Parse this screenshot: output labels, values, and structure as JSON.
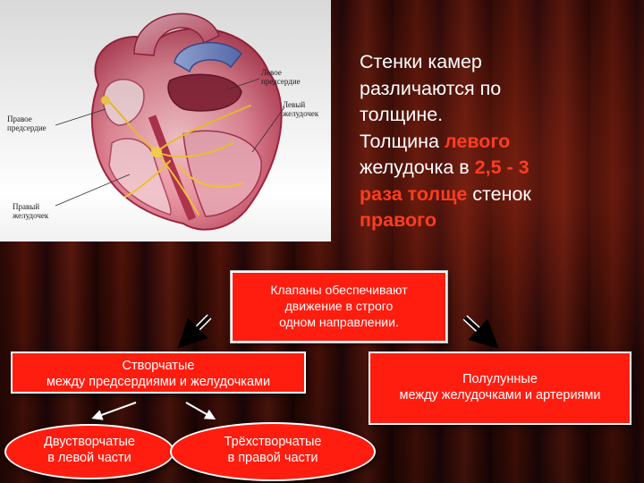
{
  "figure": {
    "labels": {
      "left_atrium": "Левое\nпредсердие",
      "left_ventricle": "Левый\nжелудочек",
      "right_atrium": "Правое\nпредсердие",
      "right_ventricle": "Правый\nжелудочек"
    }
  },
  "main_text": {
    "line1": "Стенки камер",
    "line2": "различаются по",
    "line3": "толщине.",
    "line4_plain": "Толщина ",
    "line4_hl": "левого",
    "line5_plain": "желудочка в ",
    "line5_hl": "2,5  - 3",
    "line6_hl": "раза толще",
    "line6_plain": " стенок",
    "line7_hl": "правого"
  },
  "valves": {
    "line1": "Клапаны обеспечивают",
    "line2": "движение в строго",
    "line3": "одном направлении."
  },
  "leaflet": {
    "title": "Створчатые",
    "subtitle": "между предсердиями и желудочками"
  },
  "semilunar": {
    "title": "Полулунные",
    "subtitle": "между желудочками и артериями"
  },
  "bicuspid": {
    "title": "Двустворчатые",
    "subtitle": "в левой части"
  },
  "tricuspid": {
    "title": "Трёхстворчатые",
    "subtitle": "в правой части"
  },
  "colors": {
    "box_red": "#ff1d10",
    "highlight": "#ff3d1f",
    "text": "#ffffff"
  }
}
